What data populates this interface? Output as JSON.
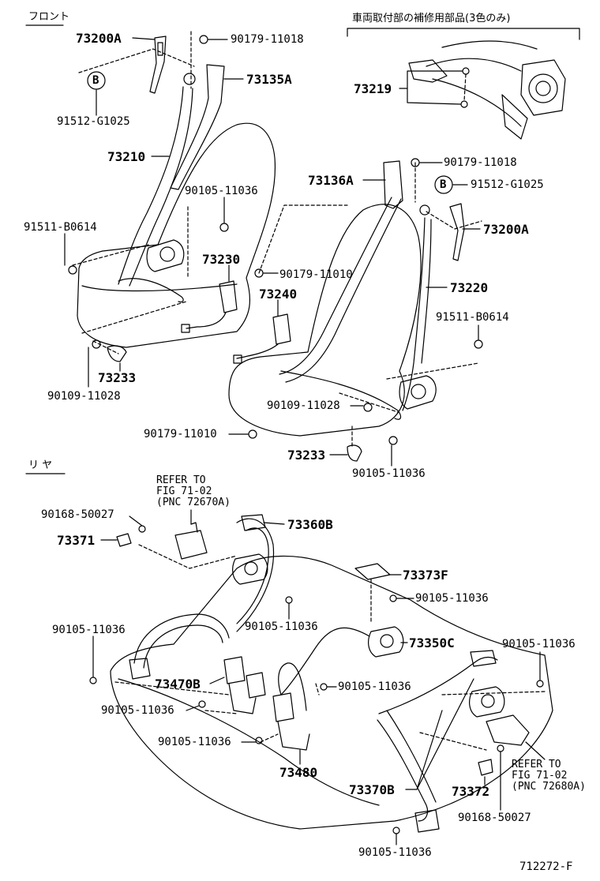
{
  "sections": {
    "front": "フロント",
    "rear": "リ ヤ",
    "repair_note": "車両取付部の補修用部品(3色のみ)"
  },
  "labels": {
    "p73200A_1": "73200A",
    "p90179_11018_1": "90179-11018",
    "p73135A": "73135A",
    "p91512_G1025_1": "91512-G1025",
    "p73210": "73210",
    "p90105_11036_1": "90105-11036",
    "p91511_B0614_1": "91511-B0614",
    "p73230": "73230",
    "p90179_11010_1": "90179-11010",
    "p73240": "73240",
    "p73233_1": "73233",
    "p90109_11028_1": "90109-11028",
    "p90179_11010_2": "90179-11010",
    "p73219": "73219",
    "p90179_11018_2": "90179-11018",
    "p73136A": "73136A",
    "p91512_G1025_2": "91512-G1025",
    "p73200A_2": "73200A",
    "p73220": "73220",
    "p91511_B0614_2": "91511-B0614",
    "p90109_11028_2": "90109-11028",
    "p73233_2": "73233",
    "p90105_11036_2": "90105-11036",
    "refer_1": "REFER TO\nFIG 71-02\n(PNC 72670A)",
    "p90168_50027_1": "90168-50027",
    "p73371": "73371",
    "p73360B": "73360B",
    "p73373F": "73373F",
    "p90105_11036_3": "90105-11036",
    "p90105_11036_4": "90105-11036",
    "p90105_11036_5": "90105-11036",
    "p73350C": "73350C",
    "p90105_11036_6": "90105-11036",
    "p73470B": "73470B",
    "p90105_11036_7": "90105-11036",
    "p90105_11036_8": "90105-11036",
    "p90105_11036_9": "90105-11036",
    "p73480": "73480",
    "refer_2": "REFER TO\nFIG 71-02\n(PNC 72680A)",
    "p73370B": "73370B",
    "p73372": "73372",
    "p90168_50027_2": "90168-50027",
    "p90105_11036_10": "90105-11036",
    "figure_number": "712272-F"
  },
  "markers": {
    "b1": "B",
    "b2": "B"
  }
}
